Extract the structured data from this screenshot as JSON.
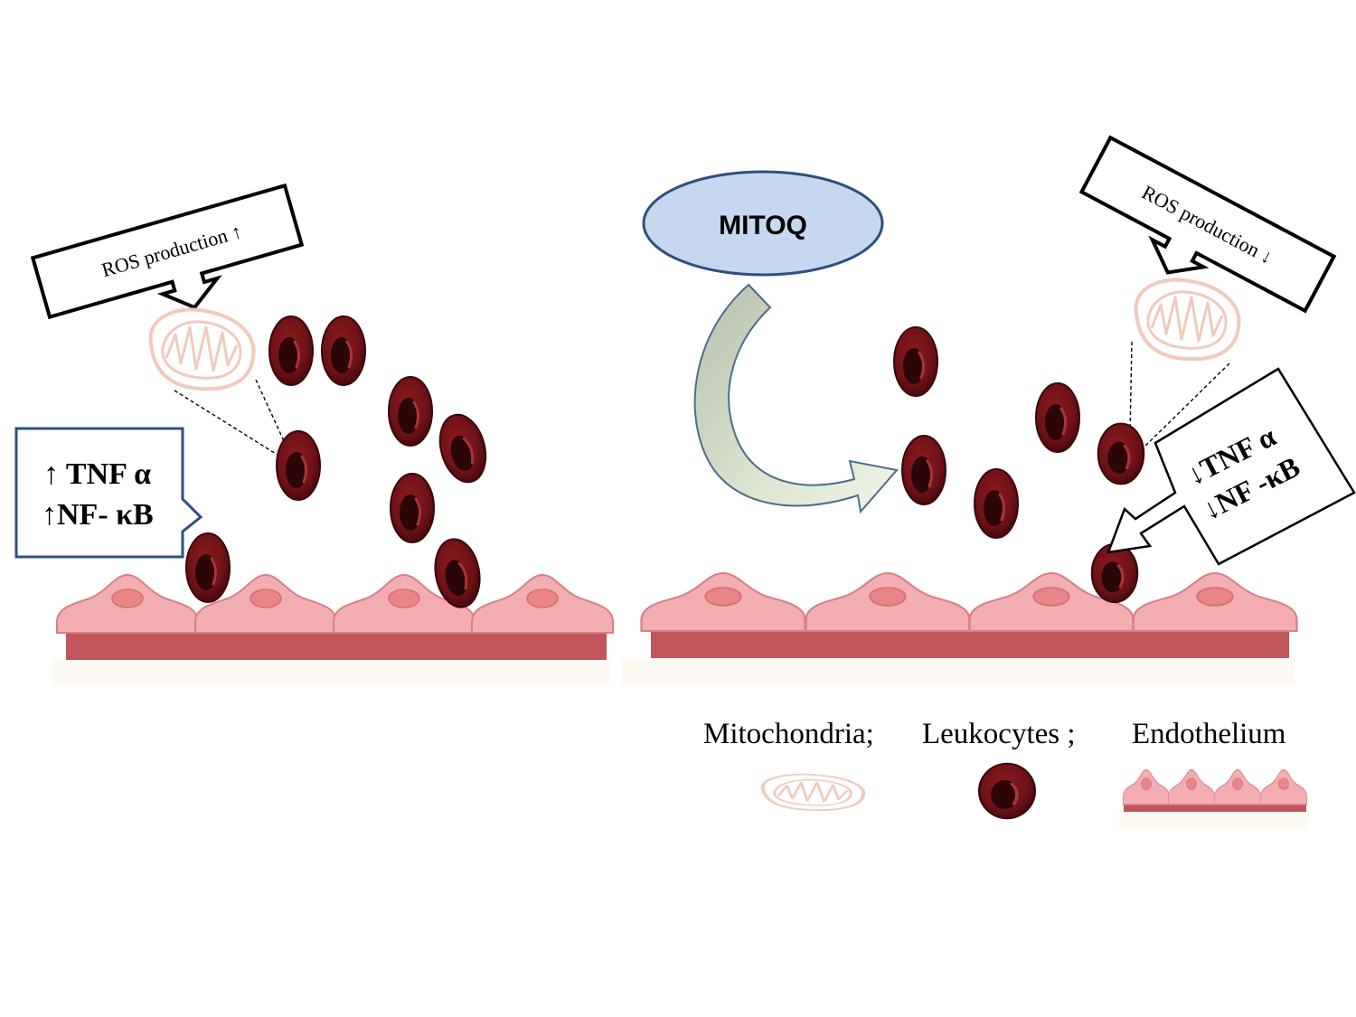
{
  "left_panel": {
    "ros_label": "ROS production ↑",
    "cytokine_line1": "↑ TNF α",
    "cytokine_line2": "↑NF- κB"
  },
  "center": {
    "drug_label": "MITOQ"
  },
  "right_panel": {
    "ros_label": "ROS production ↓",
    "cytokine_line1": "↓TNF α",
    "cytokine_line2": "↓NF -κB"
  },
  "legend": {
    "mitochondria": "Mitochondria;",
    "leukocytes": "Leukocytes ;",
    "endothelium": "Endothelium"
  },
  "colors": {
    "leukocyte": "#7a1518",
    "leukocyte_dark": "#3a0608",
    "endothelium_cell": "#f2aeb0",
    "endothelium_base": "#c0555b",
    "mitochondria_stroke": "#efcabd",
    "drug_fill": "#c6d8ef",
    "drug_stroke": "#2f4f80",
    "cytokine_box_stroke": "#2f4f80"
  }
}
